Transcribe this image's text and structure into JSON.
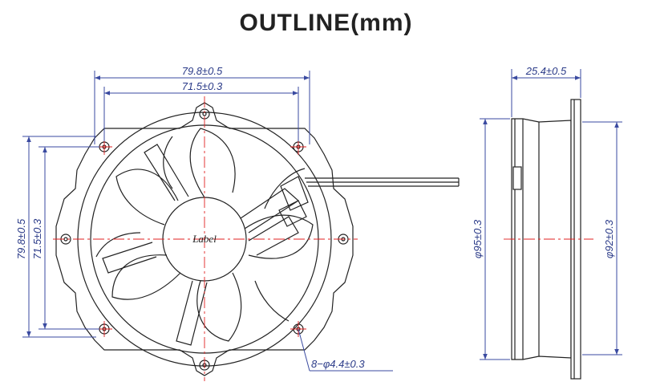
{
  "title": "OUTLINE(mm)",
  "front_view": {
    "dim_top_outer": "79.8±0.5",
    "dim_top_inner": "71.5±0.3",
    "dim_left_outer": "79.8±0.5",
    "dim_left_inner": "71.5±0.3",
    "hub_label": "Label",
    "hole_callout": "8−φ4.4±0.3"
  },
  "side_view": {
    "dim_depth": "25.4±0.5",
    "dim_frame_diameter": "φ95±0.3",
    "dim_inner_diameter": "φ92±0.3"
  },
  "colors": {
    "dimension": "#3a4aa0",
    "centerline": "#e02020",
    "outline": "#222222"
  }
}
